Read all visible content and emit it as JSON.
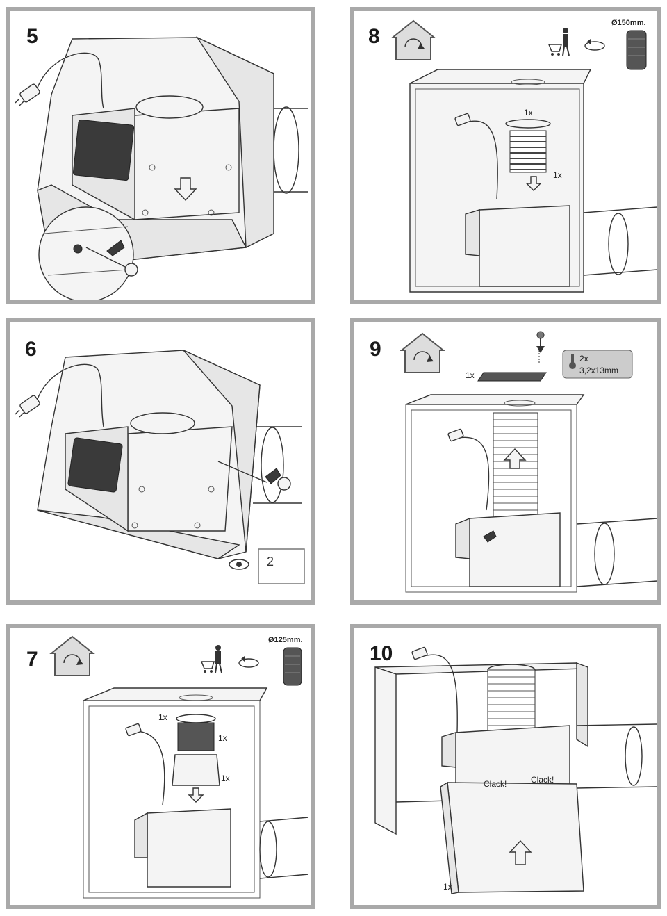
{
  "panels": [
    {
      "step": "5"
    },
    {
      "step": "8",
      "diameter_label": "Ø150mm."
    },
    {
      "step": "6",
      "see_step": "2"
    },
    {
      "step": "9",
      "quantity_label": "1x",
      "screw_qty": "2x",
      "screw_size": "3,2x13mm"
    },
    {
      "step": "7",
      "diameter_label": "Ø125mm.",
      "qty_a": "1x",
      "qty_b": "1x",
      "qty_c": "1x"
    },
    {
      "step": "10",
      "click_left": "Clack!",
      "click_right": "Clack!",
      "quantity_label": "1x"
    }
  ],
  "panel8_labels": {
    "qty_top": "1x",
    "qty_side": "1x"
  },
  "icons": {
    "recirculation": "house-recirculation-icon",
    "shopping": "shopping-cart-person-icon",
    "clamp": "hose-clamp-icon",
    "duct": "flexible-duct-icon",
    "plug": "power-plug-icon",
    "screw": "screw-icon",
    "eye": "eye-icon",
    "arrow": "direction-arrow-icon"
  }
}
